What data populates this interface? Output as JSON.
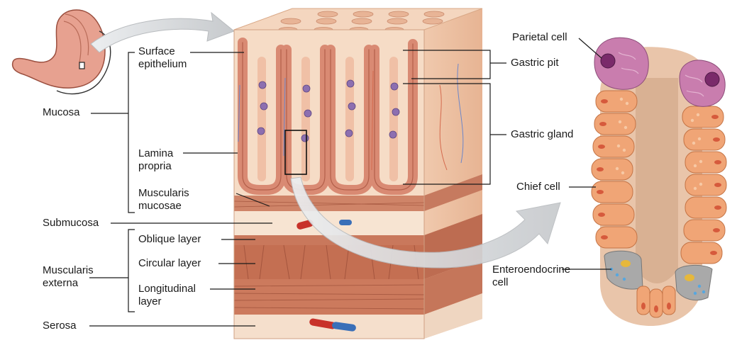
{
  "labels": {
    "surface_epithelium": "Surface\nepithelium",
    "mucosa": "Mucosa",
    "lamina_propria": "Lamina\npropria",
    "muscularis_mucosae": "Muscularis\nmucosae",
    "submucosa": "Submucosa",
    "oblique_layer": "Oblique layer",
    "circular_layer": "Circular layer",
    "muscularis_externa": "Muscularis\nexterna",
    "longitudinal_layer": "Longitudinal\nlayer",
    "serosa": "Serosa",
    "gastric_pit": "Gastric pit",
    "gastric_gland": "Gastric gland",
    "parietal_cell": "Parietal cell",
    "chief_cell": "Chief cell",
    "enteroendocrine_cell": "Enteroendocrine\ncell"
  },
  "colors": {
    "epithelium": "#e9a48f",
    "lamina": "#f6d9c2",
    "muscle": "#c9785c",
    "muscle_dark": "#a85a42",
    "submucosa": "#f7e4d2",
    "side_face": "#edc1a4",
    "chief_cell": "#f0a576",
    "parietal_cell": "#c97dae",
    "enteroendocrine": "#a9a9a9",
    "artery": "#c8322a",
    "vein": "#3a6fb8",
    "arrow": "#d3d5d8"
  }
}
